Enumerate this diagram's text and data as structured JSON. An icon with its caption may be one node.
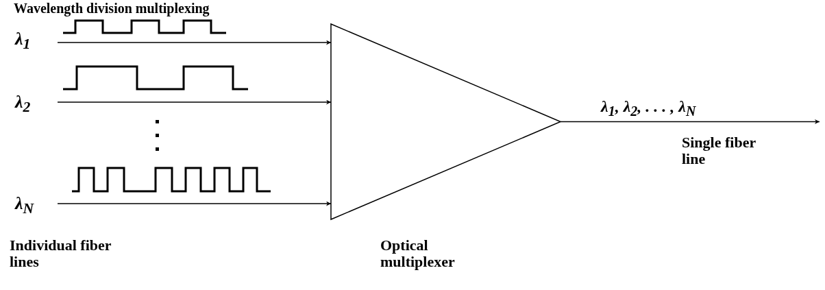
{
  "diagram": {
    "title": "Wavelength division multiplexing",
    "nodes": [
      {
        "text": [
          "λ$_{1}$"
        ]
      },
      {
        "text": [
          "λ$_{2}$"
        ]
      },
      {
        "text": [
          "λ$_{N}$"
        ]
      },
      {
        "text": [],
        "shape": "triangle",
        "beside": [
          "Optical multiplexer"
        ]
      }
    ],
    "edges": [
      {
        "from": 0,
        "to": 3,
        "arrow": "to"
      },
      {
        "from": 1,
        "to": 3,
        "arrow": "to"
      },
      {
        "from": 2,
        "to": 3,
        "arrow": "to"
      },
      {
        "from": 3,
        "to": null,
        "arrow": "to",
        "label": "λ$_{1}$, λ$_{2}$, . . . , λ$_{N}$"
      }
    ],
    "labels": [
      "Single fiber line",
      "Individual fiber lines"
    ]
  }
}
